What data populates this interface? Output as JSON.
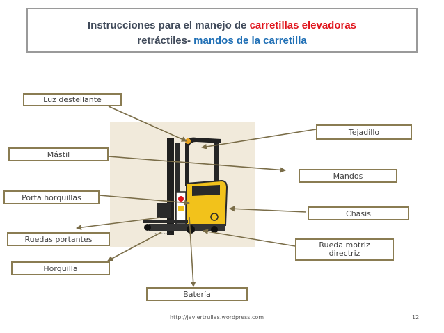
{
  "title": {
    "line1_prefix": "Instrucciones para el manejo de",
    "line1_highlight": "carretillas elevadoras",
    "line2_prefix": "retráctiles-",
    "line2_highlight": "mandos de la carretilla",
    "colors": {
      "text": "#404a5a",
      "red": "#e0141c",
      "blue": "#1f6fb5"
    }
  },
  "labels": {
    "luz": "Luz destellante",
    "mastil": "Mástil",
    "porta": "Porta horquillas",
    "ruedas_portantes": "Ruedas portantes",
    "horquilla": "Horquilla",
    "bateria": "Batería",
    "tejadillo": "Tejadillo",
    "mandos": "Mandos",
    "chasis": "Chasis",
    "rueda_motriz": "Rueda motriz directriz"
  },
  "footer": {
    "url": "http://javiertrullas.wordpress.com",
    "page": "12"
  },
  "colors": {
    "box_border": "#8a7c52",
    "arrow": "#7a6d48",
    "truck_yellow": "#f2c21b"
  }
}
